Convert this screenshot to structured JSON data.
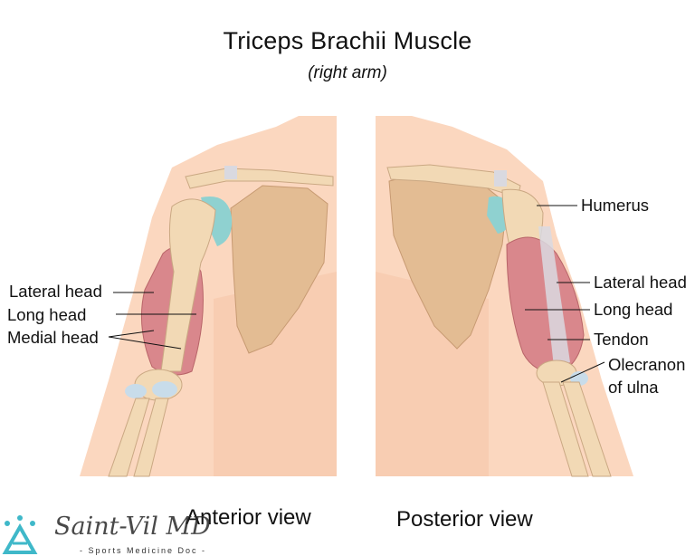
{
  "title": "Triceps Brachii Muscle",
  "subtitle": "(right arm)",
  "anterior": {
    "view_label": "Anterior view",
    "labels": [
      "Lateral head",
      "Long head",
      "Medial head"
    ]
  },
  "posterior": {
    "view_label": "Posterior view",
    "labels": [
      "Humerus",
      "Lateral head",
      "Long head",
      "Tendon",
      "Olecranon",
      "of ulna"
    ]
  },
  "logo": {
    "script_text": "Saint-Vil MD",
    "tagline": "- Sports Medicine Doc -"
  },
  "colors": {
    "skin": "#fbd7bf",
    "bone": "#f2d9b5",
    "scapula": "#e3bc93",
    "muscle": "#d9878c",
    "cartilage": "#8fd1d0",
    "tendon": "#d9d9e0"
  }
}
